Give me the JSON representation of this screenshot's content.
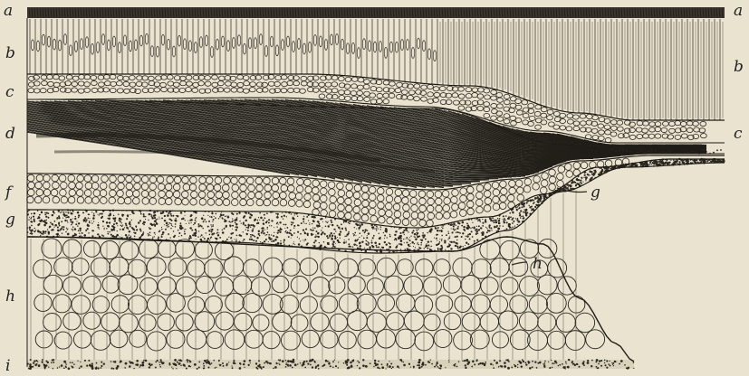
{
  "figure": {
    "labels": {
      "a_left": "a",
      "a_right": "a",
      "b_left": "b",
      "b_right": "b",
      "c_left": "c",
      "c_right": "c",
      "d_left": "d",
      "f_left": "f",
      "g_left": "g",
      "g_inner": "g",
      "h_left": "h",
      "h_inner": "h",
      "i_left": "i"
    },
    "colors": {
      "paper": "#e9e3cf",
      "ink": "#2a2620",
      "shade": "#5a544a"
    }
  }
}
